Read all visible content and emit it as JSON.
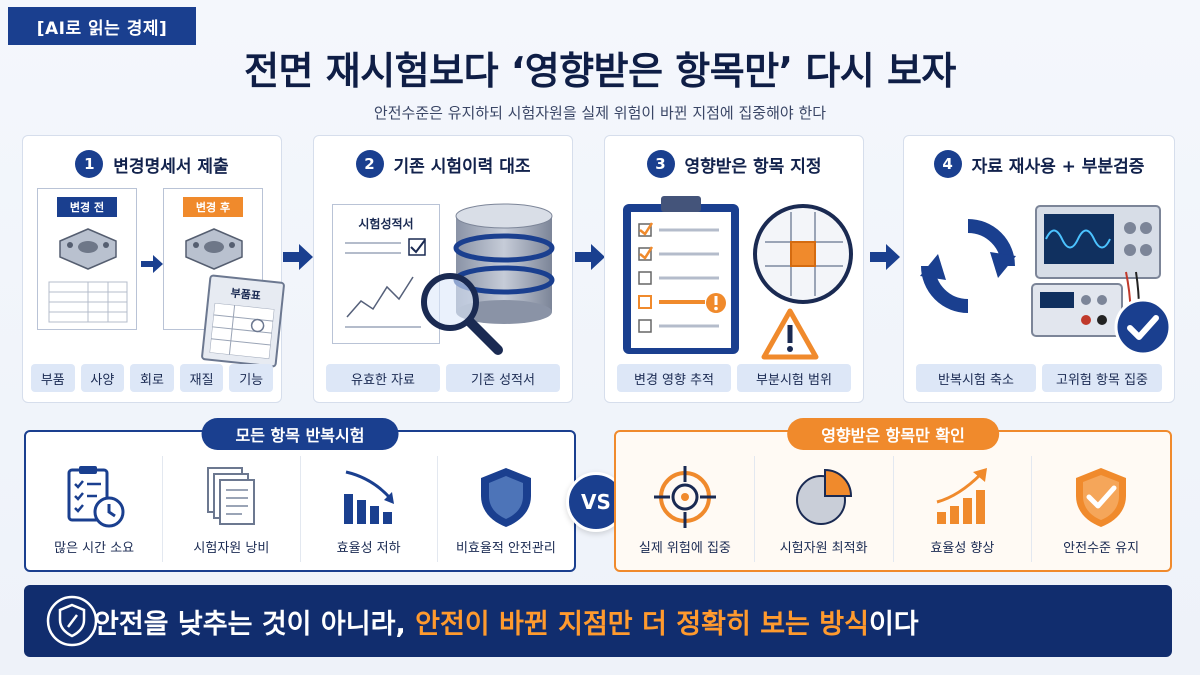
{
  "header": {
    "tag": "[AI로 읽는 경제]",
    "title": "전면 재시험보다 ‘영향받은 항목만’ 다시 보자",
    "subtitle": "안전수준은 유지하되 시험자원을 실제 위험이 바뀐 지점에 집중해야 한다"
  },
  "steps": [
    {
      "number": "1",
      "title": "변경명세서 제출",
      "labels": {
        "before": "변경 전",
        "after": "변경 후",
        "parts_sheet": "부품표"
      },
      "pills": [
        "부품",
        "사양",
        "회로",
        "재질",
        "기능"
      ]
    },
    {
      "number": "2",
      "title": "기존 시험이력 대조",
      "labels": {
        "report": "시험성적서"
      },
      "pills": [
        "유효한 자료",
        "기존 성적서"
      ]
    },
    {
      "number": "3",
      "title": "영향받은 항목 지정",
      "pills": [
        "변경 영향 추적",
        "부분시험 범위"
      ]
    },
    {
      "number": "4",
      "title": "자료 재사용 + 부분검증",
      "pills": [
        "반복시험 축소",
        "고위험 항목 집중"
      ]
    }
  ],
  "compare": {
    "left": {
      "label": "모든 항목 반복시험",
      "items": [
        {
          "text": "많은 시간 소요",
          "icon": "checklist-clock-icon"
        },
        {
          "text": "시험자원 낭비",
          "icon": "documents-icon"
        },
        {
          "text": "효율성 저하",
          "icon": "declining-bars-icon"
        },
        {
          "text": "비효율적 안전관리",
          "icon": "shield-icon"
        }
      ]
    },
    "vs": "VS",
    "right": {
      "label": "영향받은 항목만 확인",
      "items": [
        {
          "text": "실제 위험에 집중",
          "icon": "target-icon"
        },
        {
          "text": "시험자원 최적화",
          "icon": "pie-chart-icon"
        },
        {
          "text": "효율성 향상",
          "icon": "rising-bars-icon"
        },
        {
          "text": "안전수준 유지",
          "icon": "shield-check-icon"
        }
      ]
    }
  },
  "banner": {
    "part1": "안전을 낮추는 것이 아니라, ",
    "part2": "안전이 바뀐 지점만 더 정확히 보는 방식",
    "part3": "이다"
  },
  "colors": {
    "navy": "#1a3f8f",
    "orange": "#f08a2c",
    "dark_navy": "#112d6e"
  }
}
